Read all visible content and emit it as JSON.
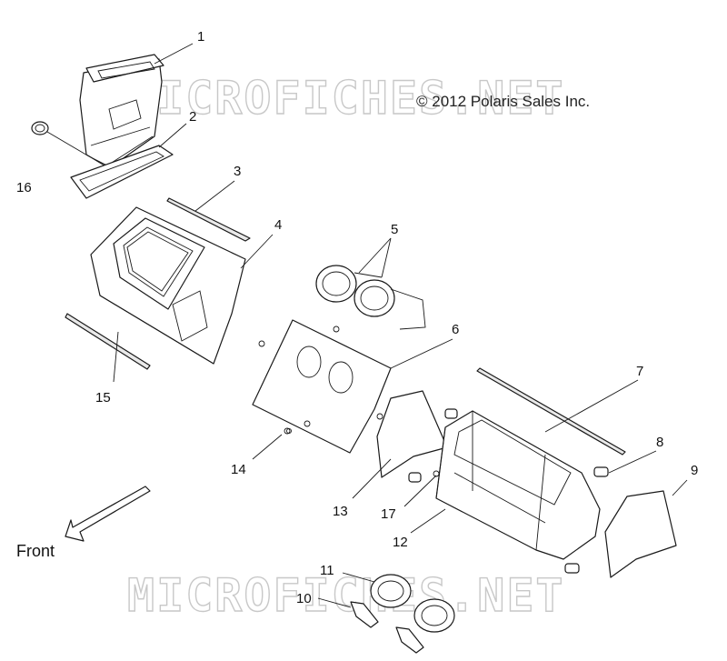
{
  "copyright": "© 2012 Polaris Sales Inc.",
  "watermark": {
    "top": "MICROFICHES.NET",
    "bottom": "MICROFICHES.NET"
  },
  "front_label": "Front",
  "callouts": [
    "1",
    "2",
    "3",
    "4",
    "5",
    "6",
    "7",
    "8",
    "9",
    "10",
    "11",
    "12",
    "13",
    "14",
    "15",
    "16",
    "17"
  ]
}
